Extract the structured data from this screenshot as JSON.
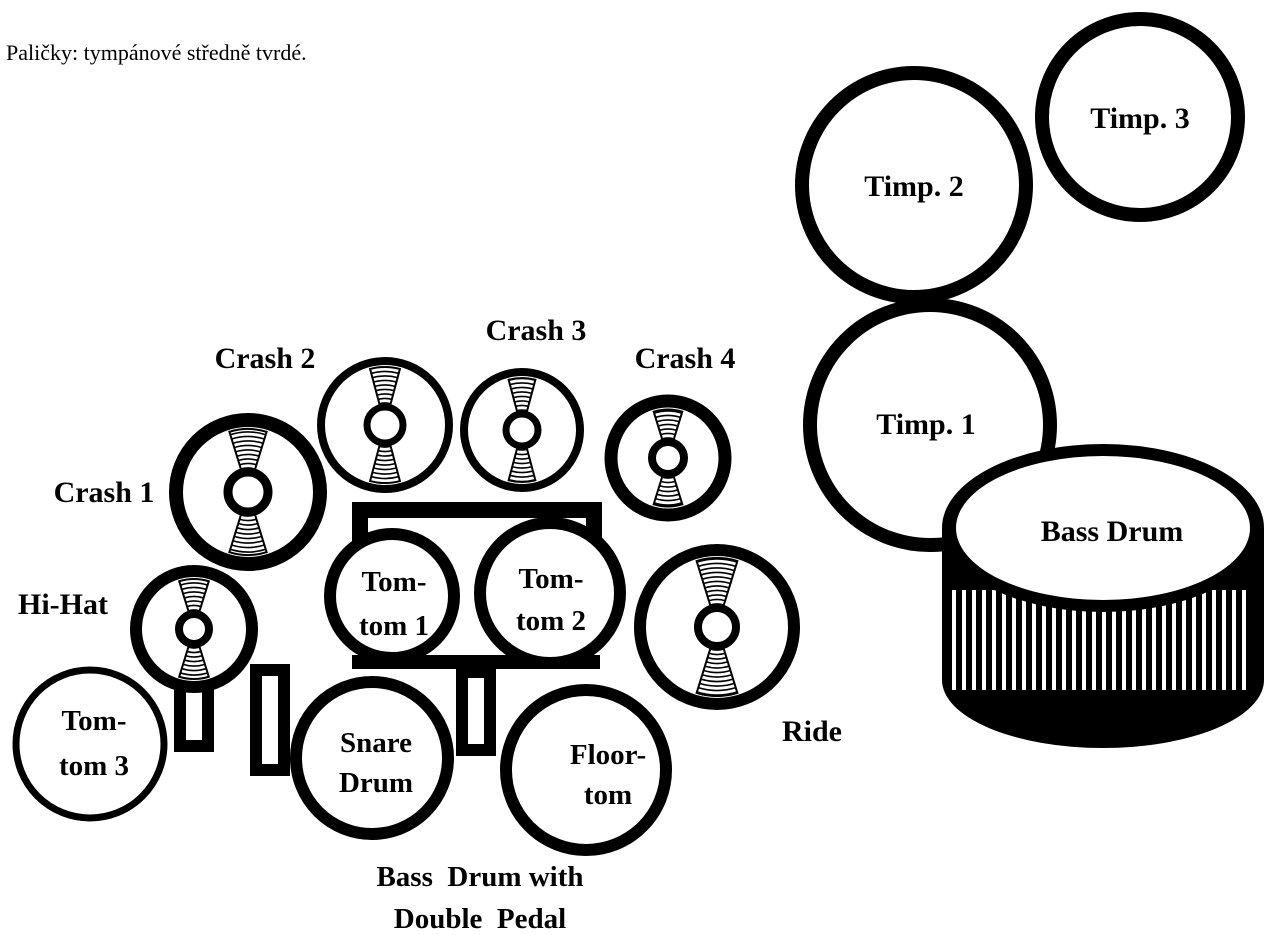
{
  "note": "Paličky: tympánové středně tvrdé.",
  "timpani": {
    "timp1": "Timp. 1",
    "timp2": "Timp. 2",
    "timp3": "Timp. 3"
  },
  "bass_drum": "Bass Drum",
  "cymbals": {
    "crash1": "Crash 1",
    "crash2": "Crash 2",
    "crash3": "Crash 3",
    "crash4": "Crash 4",
    "hihat": "Hi-Hat",
    "ride": "Ride"
  },
  "drums": {
    "tomtom1": [
      "Tom-",
      "tom 1"
    ],
    "tomtom2": [
      "Tom-",
      "tom 2"
    ],
    "tomtom3": [
      "Tom-",
      "tom 3"
    ],
    "snare": [
      "Snare",
      "Drum"
    ],
    "floortom": [
      "Floor-",
      "tom"
    ]
  },
  "pedal_caption": [
    "Bass  Drum with",
    "Double  Pedal"
  ],
  "colors": {
    "ink": "#000000",
    "paper": "#ffffff"
  }
}
